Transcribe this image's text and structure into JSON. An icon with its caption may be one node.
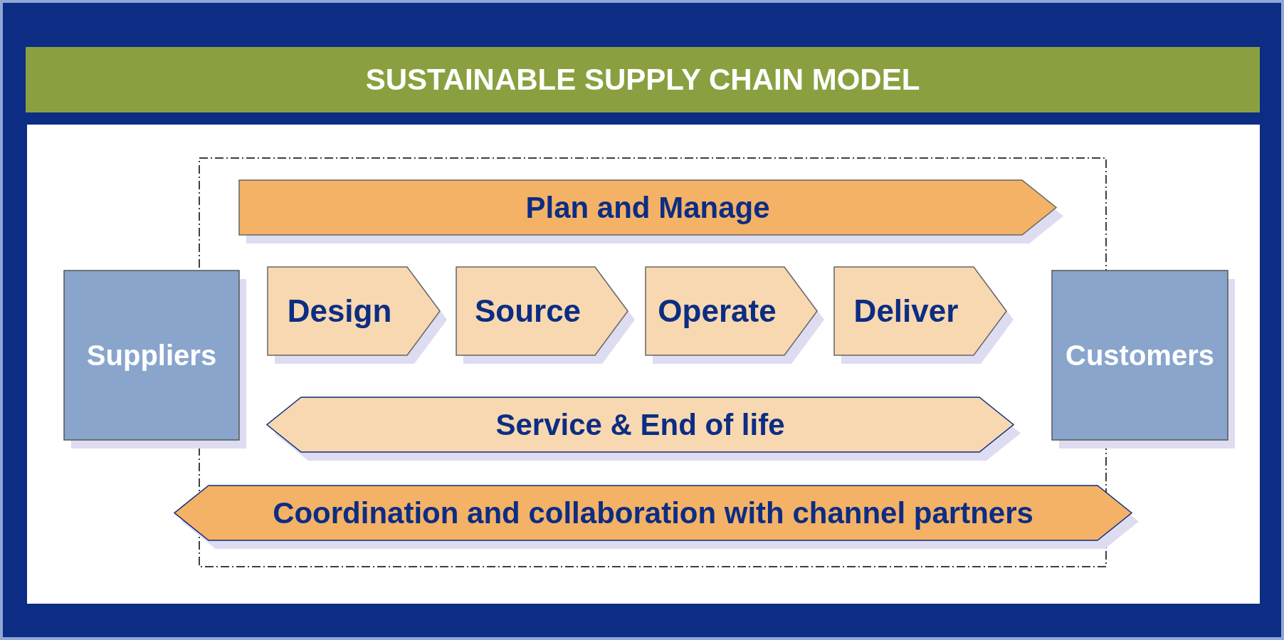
{
  "diagram": {
    "title": "SUSTAINABLE SUPPLY CHAIN MODEL",
    "nodes": [
      {
        "text": [
          "Suppliers"
        ]
      },
      {
        "text": [
          "Plan and Manage"
        ]
      },
      {
        "text": [
          "Design"
        ]
      },
      {
        "text": [
          "Source"
        ]
      },
      {
        "text": [
          "Operate"
        ]
      },
      {
        "text": [
          "Deliver"
        ]
      },
      {
        "text": [
          "Customers"
        ]
      },
      {
        "text": [
          "Service & End of life"
        ]
      },
      {
        "text": [
          "Coordination and collaboration with channel partners"
        ]
      }
    ]
  }
}
